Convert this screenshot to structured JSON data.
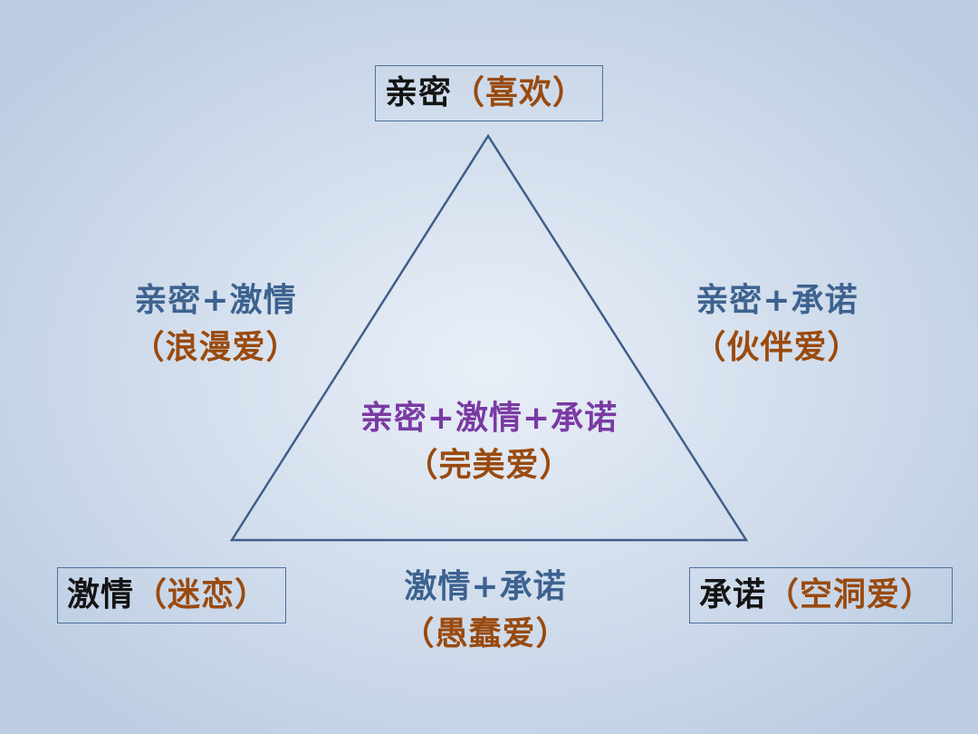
{
  "colors": {
    "primary_text": "#141414",
    "sub_text": "#9a4a0e",
    "pair_text": "#3d628f",
    "center_text": "#7a3aa3",
    "triangle_stroke": "#3f5f8a"
  },
  "vertices": {
    "top": {
      "name": "亲密",
      "type": "（喜欢）"
    },
    "left": {
      "name": "激情",
      "type": "（迷恋）"
    },
    "right": {
      "name": "承诺",
      "type": "（空洞爱）"
    }
  },
  "edges": {
    "left": {
      "combo": "亲密+激情",
      "type": "（浪漫爱）"
    },
    "right": {
      "combo": "亲密+承诺",
      "type": "（伙伴爱）"
    },
    "bottom": {
      "combo": "激情+承诺",
      "type": "（愚蠢爱）"
    }
  },
  "center": {
    "combo": "亲密+激情+承诺",
    "type": "（完美爱）"
  }
}
